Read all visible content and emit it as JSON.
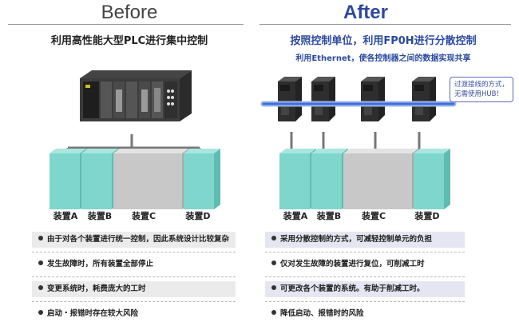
{
  "before": {
    "heading": "Before",
    "subtitle": "利用高性能大型PLC进行集中控制",
    "devices": [
      "装置A",
      "装置B",
      "装置C",
      "装置D"
    ],
    "bullets": [
      "由于对各个装置进行统一控制，因此系统设计比较复杂",
      "发生故障时，所有装置全部停止",
      "变更系统时，耗费庞大的工时",
      "启动・报错时存在较大风险"
    ]
  },
  "after": {
    "heading": "After",
    "subtitle": "按照控制单位，利用FP0H进行分散控制",
    "subtitle2": "利用Ethernet，使各控制器之间的数据实现共享",
    "callout_line1": "过渡接线的方式，",
    "callout_line2": "无需使用HUB！",
    "devices": [
      "装置A",
      "装置B",
      "装置C",
      "装置D"
    ],
    "bullets": [
      "采用分散控制的方式，可减轻控制单元的负担",
      "仅对发生故障的装置进行复位，可削减工时",
      "可更改各个装置的系统。有助于削减工时。",
      "降低启动、报错时的风险"
    ]
  },
  "colors": {
    "after_accent": "#2d4aa0",
    "teal_box": "#7ed6cc",
    "grey_box": "#c8c8c8",
    "ethernet": "#3f6fd8"
  }
}
